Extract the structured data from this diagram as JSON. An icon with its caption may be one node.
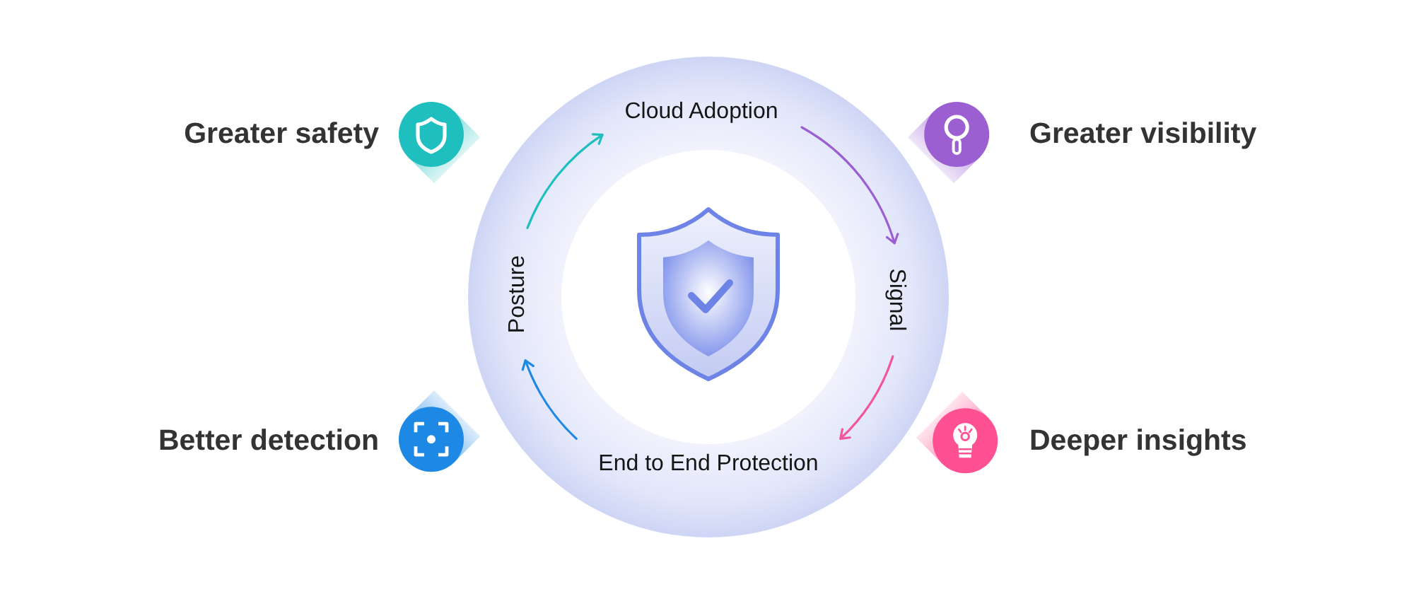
{
  "diagram": {
    "nodes": [
      {
        "text": [
          "Cloud Adoption"
        ]
      },
      {
        "text": [
          "Signal"
        ]
      },
      {
        "text": [
          "End to End Protection"
        ]
      },
      {
        "text": [
          "Posture"
        ]
      }
    ],
    "edges": [
      {
        "from": 0,
        "to": 1,
        "arrow": "to",
        "color": "#9c5fd2"
      },
      {
        "from": 1,
        "to": 2,
        "arrow": "to",
        "color": "#f2559a"
      },
      {
        "from": 2,
        "to": 3,
        "arrow": "to",
        "color": "#1e88e5"
      },
      {
        "from": 3,
        "to": 0,
        "arrow": "to",
        "color": "#1fbfbf"
      }
    ],
    "labels": [
      "Greater safety",
      "Greater visibility",
      "Better detection",
      "Deeper insights"
    ]
  }
}
